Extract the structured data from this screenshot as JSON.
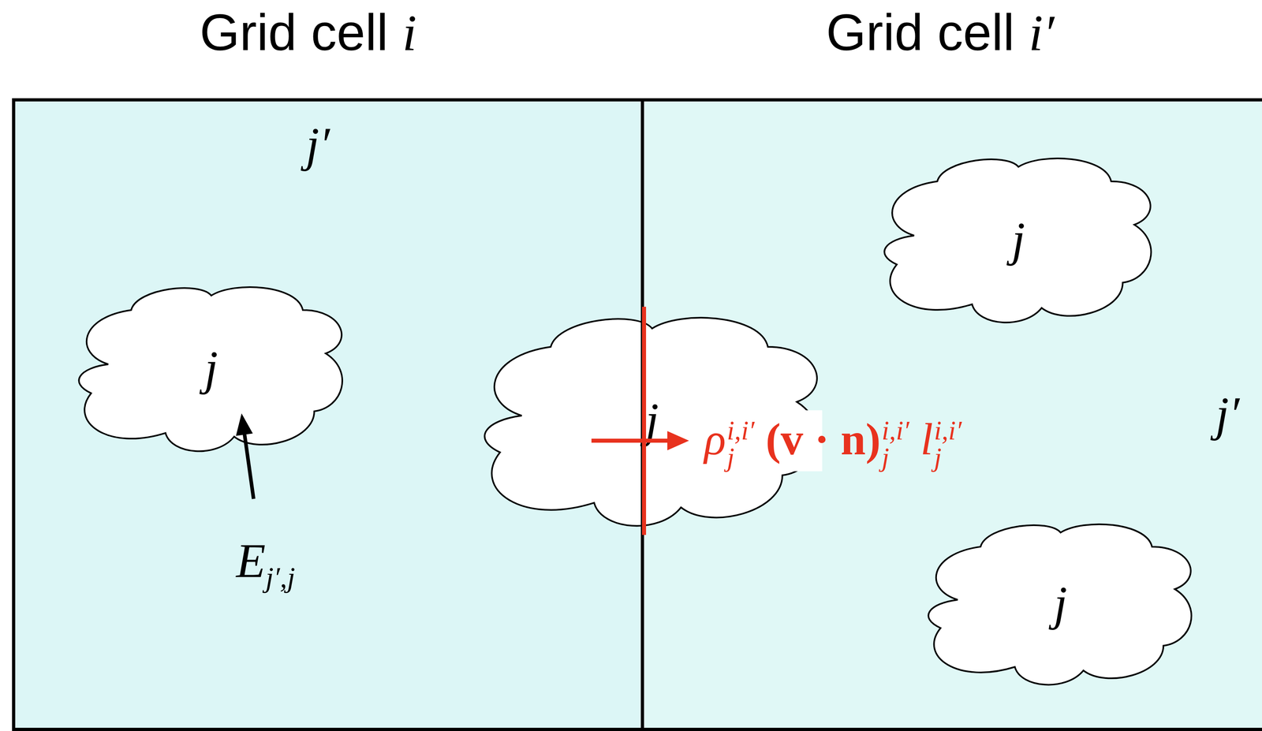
{
  "diagram": {
    "nodes": [
      {
        "text": [
          "Grid cell i",
          "j′"
        ]
      },
      {
        "text": [
          "j"
        ],
        "in": 0
      },
      {
        "text": [
          "j"
        ],
        "in": 0
      },
      {
        "text": [
          "Grid cell i′",
          "j′"
        ]
      },
      {
        "text": [
          "j"
        ],
        "in": 3
      },
      {
        "text": [
          "j"
        ],
        "in": 3
      }
    ],
    "labels": [
      "ρji,i′ (v · n)ji,i′ lji,i′",
      "Ej′,j"
    ]
  }
}
